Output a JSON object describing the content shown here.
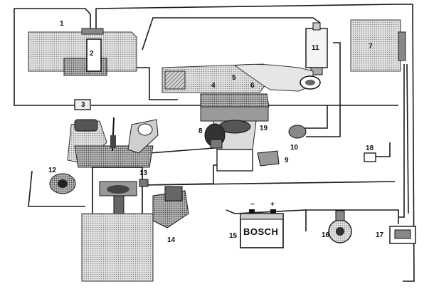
{
  "labels": {
    "n1": "1",
    "n2": "2",
    "n3": "3",
    "n4": "4",
    "n5": "5",
    "n6": "6",
    "n7": "7",
    "n8": "8",
    "n9": "9",
    "n10": "10",
    "n11": "11",
    "n12": "12",
    "n13": "13",
    "n14": "14",
    "n15": "15",
    "n16": "16",
    "n17": "17",
    "n18": "18",
    "n19": "19"
  },
  "battery": {
    "brand": "BOSCH",
    "minus": "−",
    "plus": "+"
  },
  "colors": {
    "line": "#1a1a1a",
    "stipple": "#b9b9b9",
    "dark": "#3a3a3a",
    "mid": "#7c7c7c",
    "light": "#d6d6d6",
    "paper": "#ffffff"
  }
}
